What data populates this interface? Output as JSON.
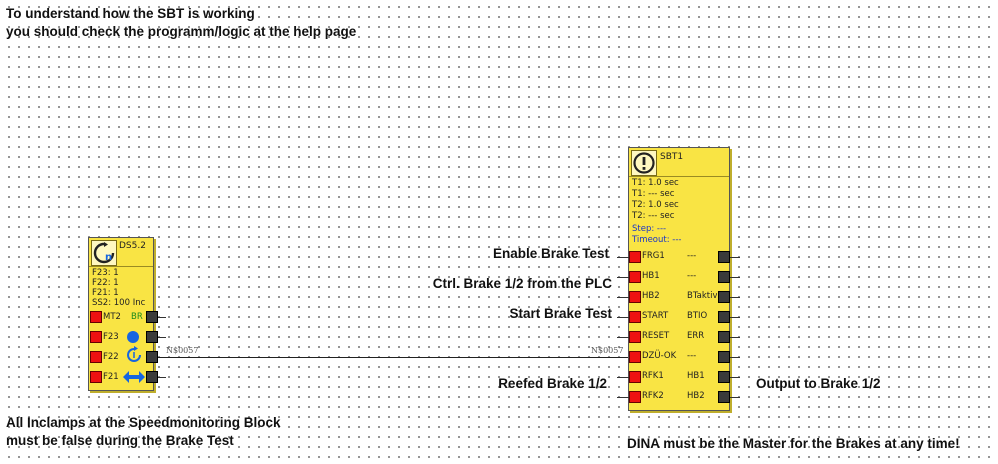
{
  "notes": {
    "top_line1": "To understand how the SBT is working",
    "top_line2": "you should check the programm/logic at the help page",
    "bottom_left_line1": "All Inclamps at the Speedmonitoring Block",
    "bottom_left_line2": "must be false during the Brake Test",
    "bottom_right": "DINA must be the Master for the Brakes at any time!"
  },
  "labels": {
    "enable_brake_test": "Enable Brake Test",
    "ctrl_brake": "Ctrl. Brake 1/2 from the PLC",
    "start_brake_test": "Start Brake Test",
    "reefed_brake": "Reefed Brake 1/2",
    "output_brake": "Output to Brake 1/2"
  },
  "ds_block": {
    "name": "DS5.2",
    "params": [
      "F23:  1",
      "F22:  1",
      "F21:  1",
      "SS2: 100 Inc"
    ],
    "inputs": [
      "MT2",
      "F23",
      "F22",
      "F21"
    ],
    "output_br": "BR"
  },
  "sbt_block": {
    "name": "SBT1",
    "params": [
      "T1: 1.0 sec",
      "T1: --- sec",
      "T2: 1.0 sec",
      "T2: --- sec"
    ],
    "status": [
      "Step: ---",
      "Timeout: ---"
    ],
    "inputs": [
      "FRG1",
      "HB1",
      "HB2",
      "START",
      "RESET",
      "DZÜ-OK",
      "RFK1",
      "RFK2"
    ],
    "outputs": [
      "---",
      "---",
      "BTaktiv",
      "BTIO",
      "ERR",
      "---",
      "HB1",
      "HB2"
    ]
  },
  "wire": {
    "net_label_left": "N$0057",
    "net_label_right": "N$0057"
  },
  "colors": {
    "block_fill": "#f9e444",
    "input_pin": "#ee1111",
    "output_pin": "#3a3a3a",
    "param_blue": "#1a35c8",
    "icon_blue": "#1565e0",
    "icon_green": "#1a8a1a"
  },
  "icons": {
    "ds_header": "speed-dial-icon",
    "f23": "blue-dot-icon",
    "f22": "rotation-icon",
    "f21": "double-arrow-icon",
    "sbt_header": "warning-exclamation-icon"
  }
}
